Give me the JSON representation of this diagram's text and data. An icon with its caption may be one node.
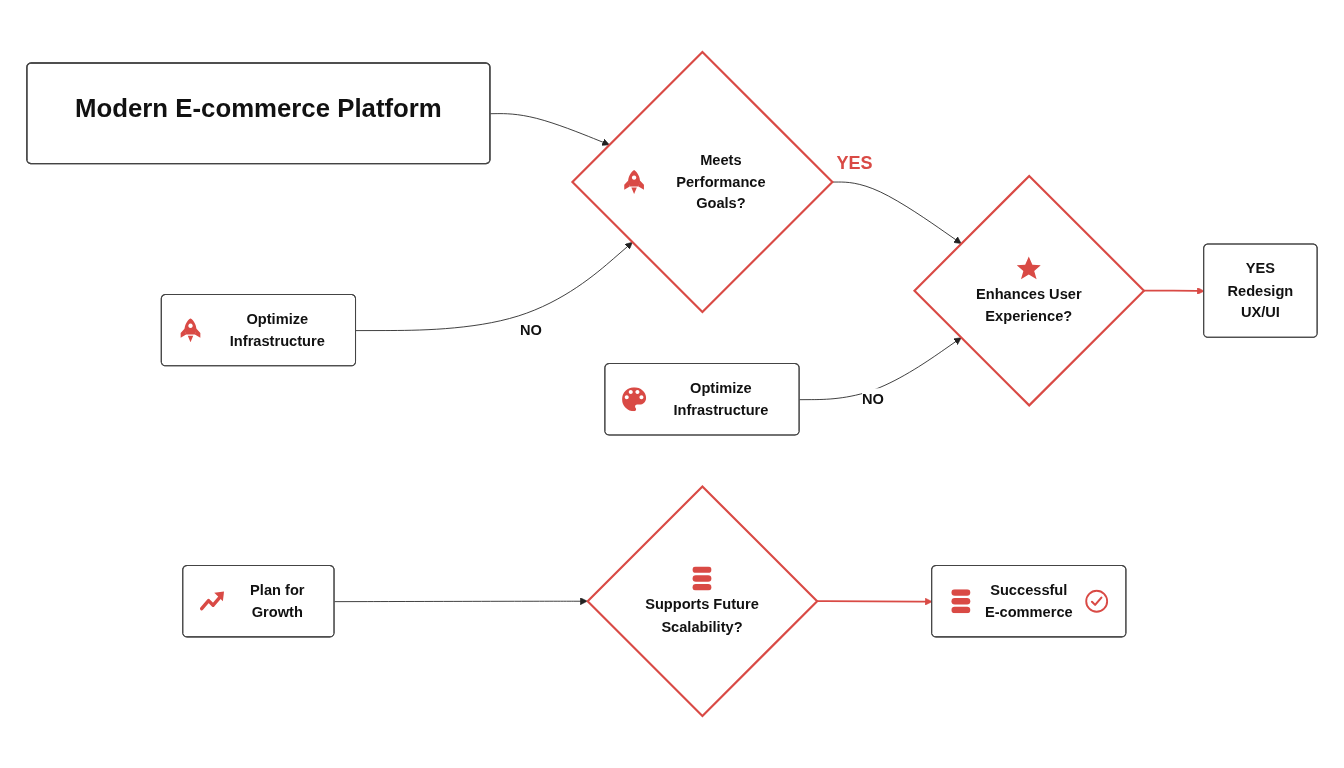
{
  "diagram": {
    "nodes": [
      {
        "text": [
          "Modern E-commerce Platform"
        ]
      },
      {
        "text": [
          "Optimize Infrastructure"
        ]
      },
      {
        "text": [
          "Meets Performance Goals?"
        ]
      },
      {
        "text": [
          "Optimize Infrastructure"
        ]
      },
      {
        "text": [
          "Enhances User Experience?"
        ]
      },
      {
        "text": [
          "YES",
          "Redesign UX/UI"
        ]
      },
      {
        "text": [
          "Plan for Growth"
        ]
      },
      {
        "text": [
          "Supports Future Scalability?"
        ]
      },
      {
        "text": [
          "Successful E-commerce"
        ]
      }
    ],
    "edges": [
      {
        "from": 0,
        "to": 2,
        "arrow": "to"
      },
      {
        "from": 1,
        "to": 2,
        "arrow": "to",
        "label": "NO"
      },
      {
        "from": 2,
        "to": 4,
        "arrow": "to"
      },
      {
        "from": 3,
        "to": 4,
        "arrow": "to",
        "label": "NO"
      },
      {
        "from": 4,
        "to": 5,
        "arrow": "to",
        "color": "#d94a45"
      },
      {
        "from": 6,
        "to": 7,
        "arrow": "to"
      },
      {
        "from": 7,
        "to": 8,
        "arrow": "to",
        "color": "#d94a45"
      }
    ],
    "labels": [
      "YES"
    ]
  }
}
